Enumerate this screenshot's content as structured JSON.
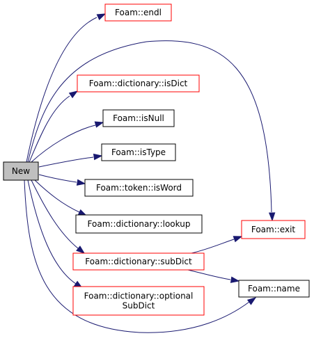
{
  "diagram": {
    "root": {
      "id": "new",
      "label": "New",
      "fill": "#bfbfbf",
      "border": "#000000"
    },
    "colors": {
      "edge": "#191970",
      "documented_border": "#000000",
      "undocumented_border": "#ff0000"
    },
    "nodes": [
      {
        "id": "endl",
        "lines": [
          "Foam::endl"
        ],
        "border": "#ff0000"
      },
      {
        "id": "isDict",
        "lines": [
          "Foam::dictionary::isDict"
        ],
        "border": "#ff0000"
      },
      {
        "id": "isNull",
        "lines": [
          "Foam::isNull"
        ],
        "border": "#000000"
      },
      {
        "id": "isType",
        "lines": [
          "Foam::isType"
        ],
        "border": "#000000"
      },
      {
        "id": "isWord",
        "lines": [
          "Foam::token::isWord"
        ],
        "border": "#000000"
      },
      {
        "id": "lookup",
        "lines": [
          "Foam::dictionary::lookup"
        ],
        "border": "#000000"
      },
      {
        "id": "exit",
        "lines": [
          "Foam::exit"
        ],
        "border": "#ff0000"
      },
      {
        "id": "subDict",
        "lines": [
          "Foam::dictionary::subDict"
        ],
        "border": "#ff0000"
      },
      {
        "id": "name",
        "lines": [
          "Foam::name"
        ],
        "border": "#000000"
      },
      {
        "id": "optionalSubDict",
        "lines": [
          "Foam::dictionary::optional",
          "SubDict"
        ],
        "border": "#ff0000"
      }
    ],
    "edges": [
      {
        "from": "new",
        "to": "endl"
      },
      {
        "from": "new",
        "to": "exit"
      },
      {
        "from": "new",
        "to": "isDict"
      },
      {
        "from": "new",
        "to": "isNull"
      },
      {
        "from": "new",
        "to": "isType"
      },
      {
        "from": "new",
        "to": "isWord"
      },
      {
        "from": "new",
        "to": "lookup"
      },
      {
        "from": "new",
        "to": "subDict"
      },
      {
        "from": "new",
        "to": "optionalSubDict"
      },
      {
        "from": "new",
        "to": "name"
      },
      {
        "from": "subDict",
        "to": "exit"
      },
      {
        "from": "subDict",
        "to": "name"
      }
    ]
  }
}
